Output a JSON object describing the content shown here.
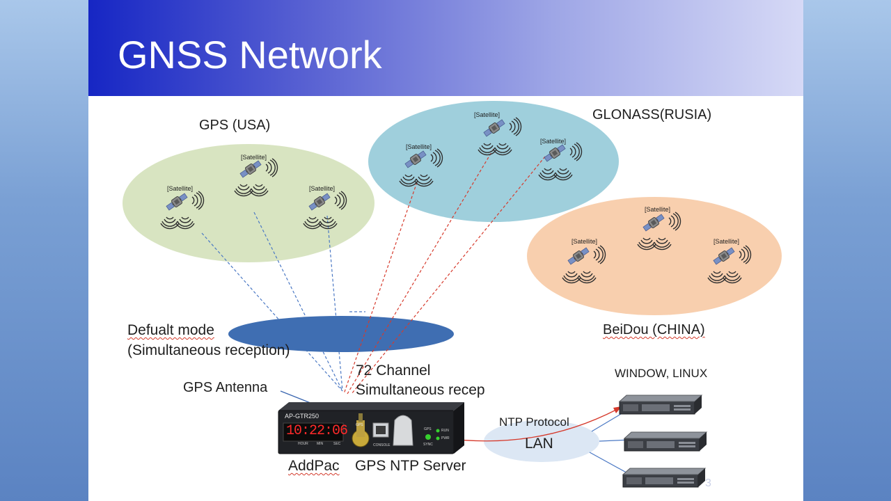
{
  "slide": {
    "title": "GNSS Network",
    "page_number": "3"
  },
  "regions": {
    "gps": {
      "label": "GPS (USA)",
      "color": "#d8e4c1"
    },
    "glonass": {
      "label": "GLONASS(RUSIA)",
      "color": "#9fcfdc"
    },
    "beidou": {
      "label": "BeiDou (CHINA)",
      "color": "#f8cfae"
    }
  },
  "satellite_label": "[Satellite]",
  "mode": {
    "line1": "Defualt mode",
    "line2": "(Simultaneous reception)",
    "color": "#3f6eb2"
  },
  "channel": {
    "line1": "72 Channel",
    "line2": "Simultaneous recep"
  },
  "antenna_label": "GPS Antenna",
  "device": {
    "model": "AP-GTR250",
    "display": "10:22:06",
    "time_units": [
      "HOUR",
      "MIN",
      "SEC"
    ],
    "gps_label": "GPS",
    "console_label": "CONSOLE",
    "led_labels": [
      "GPS",
      "RUN",
      "PWR",
      "SYNC"
    ]
  },
  "server_caption": {
    "brand": "AddPac",
    "name": "GPS NTP Server"
  },
  "network": {
    "protocol": "NTP Protocol",
    "lan": "LAN",
    "os": "WINDOW, LINUX"
  }
}
